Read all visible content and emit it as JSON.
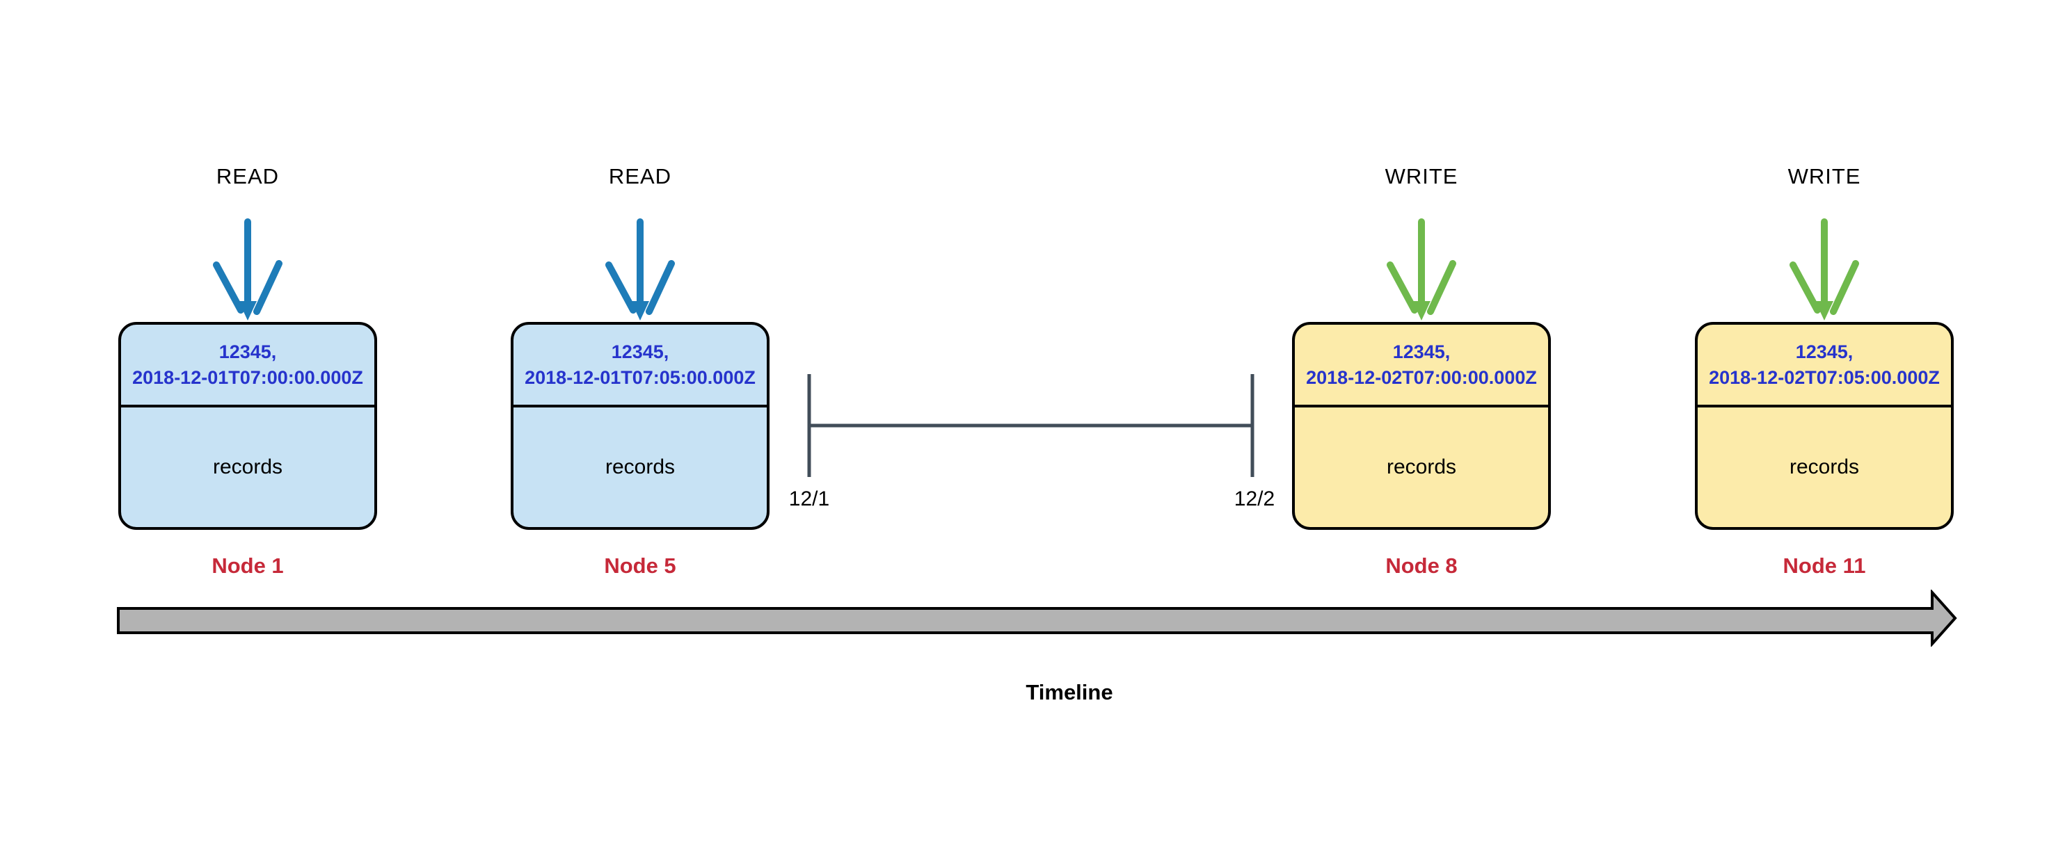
{
  "nodes": [
    {
      "operation": "READ",
      "arrow_color": "#1e7cb8",
      "fill": "#c7e2f4",
      "key": "12345,",
      "timestamp": "2018-12-01T07:00:00.000Z",
      "body": "records",
      "label": "Node 1"
    },
    {
      "operation": "READ",
      "arrow_color": "#1e7cb8",
      "fill": "#c7e2f4",
      "key": "12345,",
      "timestamp": "2018-12-01T07:05:00.000Z",
      "body": "records",
      "label": "Node 5"
    },
    {
      "operation": "WRITE",
      "arrow_color": "#6fb94c",
      "fill": "#fcebaa",
      "key": "12345,",
      "timestamp": "2018-12-02T07:00:00.000Z",
      "body": "records",
      "label": "Node 8"
    },
    {
      "operation": "WRITE",
      "arrow_color": "#6fb94c",
      "fill": "#fcebaa",
      "key": "12345,",
      "timestamp": "2018-12-02T07:05:00.000Z",
      "body": "records",
      "label": "Node 11"
    }
  ],
  "interval": {
    "start_label": "12/1",
    "end_label": "12/2"
  },
  "timeline": {
    "label": "Timeline"
  },
  "colors": {
    "node_id_text": "#2633cc",
    "node_label": "#c62939",
    "read_arrow": "#1e7cb8",
    "write_arrow": "#6fb94c",
    "box_border": "#000000",
    "interval_line": "#414d59",
    "timeline_fill": "#b3b3b3",
    "timeline_border": "#000000",
    "background": "#ffffff"
  }
}
